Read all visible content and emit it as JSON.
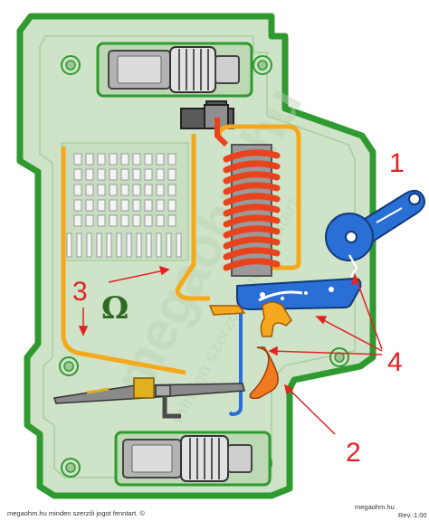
{
  "diagram": {
    "callouts": [
      "1",
      "2",
      "3",
      "4"
    ],
    "omega_symbol": "Ω",
    "watermark_main": "megaohm.hu",
    "watermark_sub": "minden szerzői jogot fenntart",
    "footer_copyright": "megaohm.hu minden szerzői jogot fenntart. ©",
    "footer_site": "megaohm.hu",
    "footer_revision": "Rev.:1.00",
    "colors": {
      "housing_fill": "#cfe3c9",
      "housing_stroke": "#2f9a2f",
      "coil": "#e8431c",
      "bimetal": "#f5a81c",
      "mechanism": "#2a6fd6",
      "callout": "#e32222",
      "terminal_screw": "#aaaaaa"
    }
  }
}
